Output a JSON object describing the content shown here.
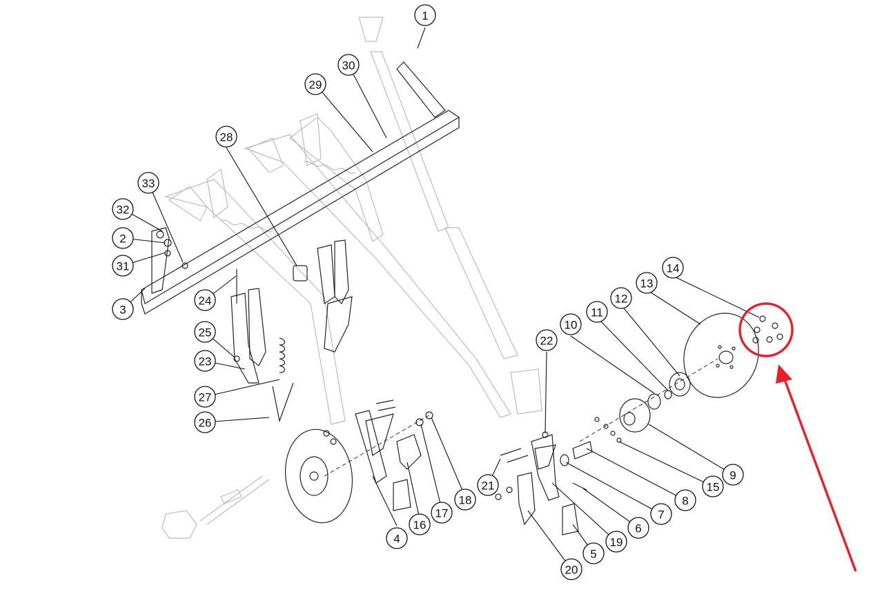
{
  "diagram": {
    "callouts": [
      "1",
      "2",
      "3",
      "4",
      "5",
      "6",
      "7",
      "8",
      "9",
      "10",
      "11",
      "12",
      "13",
      "14",
      "15",
      "16",
      "17",
      "18",
      "19",
      "20",
      "21",
      "22",
      "23",
      "24",
      "25",
      "26",
      "27",
      "28",
      "29",
      "30",
      "31",
      "32",
      "33"
    ],
    "highlight_color": "#e8202a"
  }
}
